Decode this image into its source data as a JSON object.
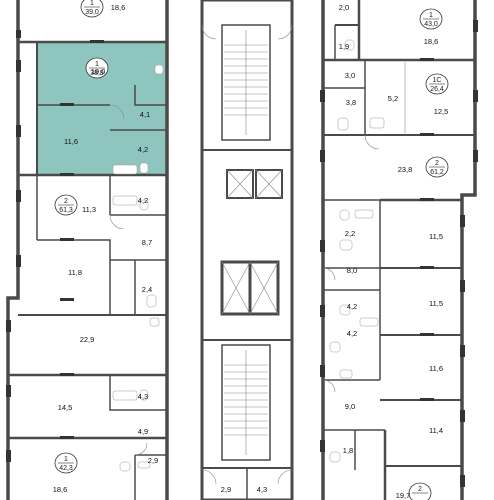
{
  "plan": {
    "highlight_color": "#8fc5bf",
    "window_color": "#333333",
    "apartments": {
      "a1": {
        "rooms": "1",
        "area": "39,0"
      },
      "a2": {
        "rooms": "1",
        "area": "38,9"
      },
      "a3": {
        "rooms": "2",
        "area": "61,3"
      },
      "a4": {
        "rooms": "1",
        "area": "42,3"
      },
      "a5": {
        "rooms": "1",
        "area": "43,0"
      },
      "a6": {
        "rooms": "1С",
        "area": "26,4"
      },
      "a7": {
        "rooms": "2",
        "area": "61,2"
      },
      "a8": {
        "rooms": "2",
        "area": ""
      }
    },
    "rooms": {
      "r186a": "18,6",
      "r190": "19,0",
      "r41a": "4,1",
      "r116a": "11,6",
      "r42a": "4,2",
      "r42b": "4,2",
      "r113": "11,3",
      "r87": "8,7",
      "r118": "11,8",
      "r24": "2,4",
      "r229": "22,9",
      "r43a": "4,3",
      "r145": "14,5",
      "r49": "4,9",
      "r186b": "18,6",
      "r29a": "2,9",
      "r29b": "2,9",
      "r43b": "4,3",
      "r20": "2,0",
      "r186c": "18,6",
      "r19a": "1,9",
      "r30": "3,0",
      "r38": "3,8",
      "r52": "5,2",
      "r125": "12,5",
      "r238": "23,8",
      "r22": "2,2",
      "r115a": "11,5",
      "r80": "8,0",
      "r42c": "4,2",
      "r115b": "11,5",
      "r42d": "4,2",
      "r116b": "11,6",
      "r90": "9,0",
      "r114": "11,4",
      "r18": "1,8",
      "r197": "19,7"
    }
  }
}
